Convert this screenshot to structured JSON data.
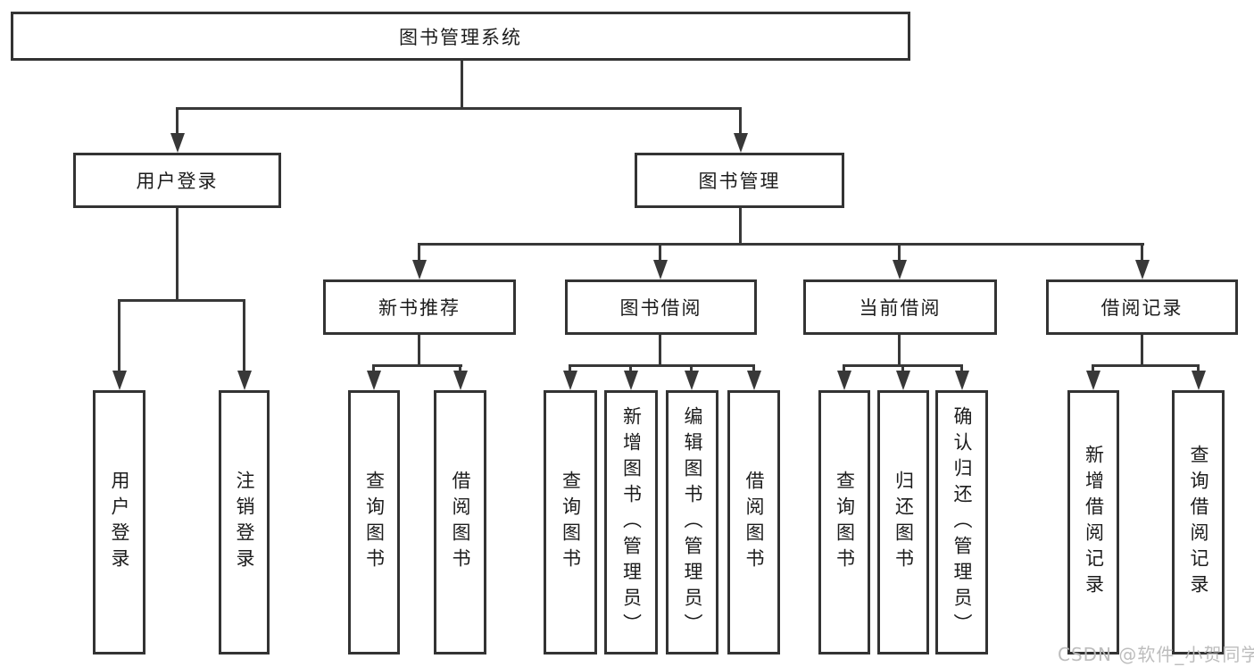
{
  "diagram": {
    "title": "图书管理系统",
    "level1": {
      "user_login": "用户登录",
      "book_mgmt": "图书管理"
    },
    "level2": {
      "new_books": "新书推荐",
      "borrow": "图书借阅",
      "current": "当前借阅",
      "records": "借阅记录"
    },
    "leaves": {
      "user_login": "用户登录",
      "logout": "注销登录",
      "nb_query": "查询图书",
      "nb_borrow": "借阅图书",
      "bb_query": "查询图书",
      "bb_add": "新增图书（管理员）",
      "bb_edit": "编辑图书（管理员）",
      "bb_borrow": "借阅图书",
      "cur_query": "查询图书",
      "cur_return": "归还图书",
      "cur_confirm": "确认归还（管理员）",
      "rec_add": "新增借阅记录",
      "rec_query": "查询借阅记录"
    }
  },
  "watermark": "CSDN @软件_小贺同学"
}
